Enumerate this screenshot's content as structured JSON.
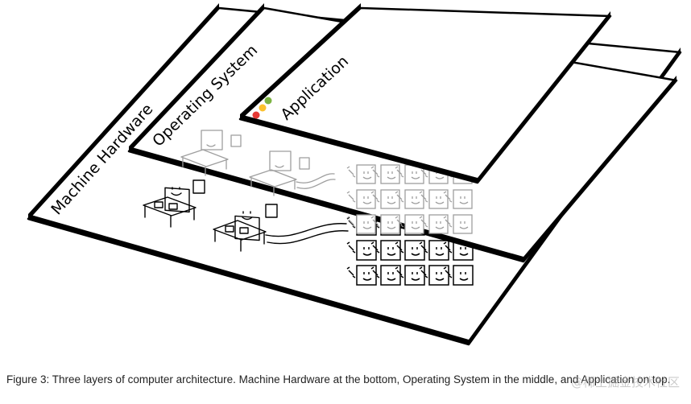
{
  "diagram": {
    "layers": [
      {
        "id": "hardware",
        "label": "Machine Hardware"
      },
      {
        "id": "os",
        "label": "Operating System"
      },
      {
        "id": "application",
        "label": "Application"
      }
    ],
    "window_buttons": {
      "close_color": "#e53935",
      "minimize_color": "#fbc02d",
      "maximize_color": "#7cb342"
    },
    "sketch_color": "#000000",
    "faded_sketch_color": "#9e9e9e"
  },
  "caption": {
    "text": "Figure 3: Three layers of computer architecture. Machine Hardware at the bottom, Operating System in the middle, and Application on top."
  },
  "watermark": {
    "text": "@稀土掘金技术社区"
  }
}
